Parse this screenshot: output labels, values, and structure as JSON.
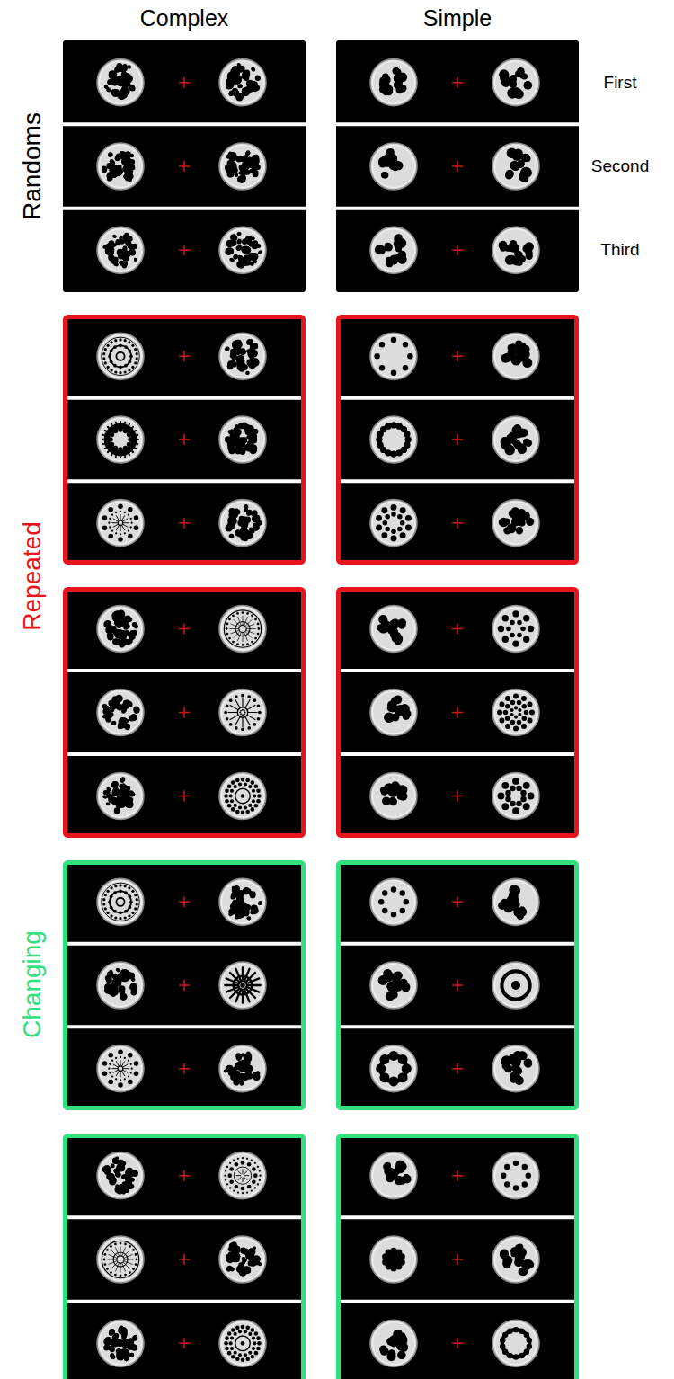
{
  "diagram": {
    "labels": [
      "Complex",
      "Simple",
      "Randoms",
      "First",
      "Second",
      "Third",
      "Repeated",
      "Changing"
    ]
  }
}
